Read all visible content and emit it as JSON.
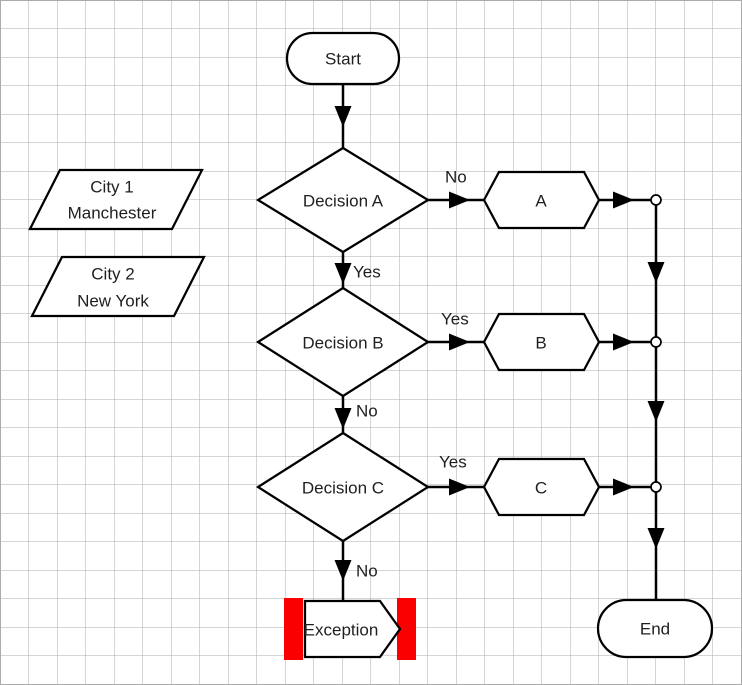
{
  "colors": {
    "stroke": "#000000",
    "shape_fill": "#ffffff",
    "grid": "#ababab",
    "text": "#1f1f1f",
    "edge_label": "#8f8f8f",
    "accent_red": "#fb0000"
  },
  "nodes": {
    "start": {
      "type": "terminator",
      "label": "Start"
    },
    "decision_a": {
      "type": "decision",
      "label": "Decision A"
    },
    "decision_b": {
      "type": "decision",
      "label": "Decision B"
    },
    "decision_c": {
      "type": "decision",
      "label": "Decision C"
    },
    "process_a": {
      "type": "hexagon",
      "label": "A"
    },
    "process_b": {
      "type": "hexagon",
      "label": "B"
    },
    "process_c": {
      "type": "hexagon",
      "label": "C"
    },
    "city_1": {
      "type": "data",
      "label": "City 1",
      "sublabel": "Manchester"
    },
    "city_2": {
      "type": "data",
      "label": "City 2",
      "sublabel": "New York"
    },
    "exception": {
      "type": "exception",
      "label": "Exception"
    },
    "end": {
      "type": "terminator",
      "label": "End"
    }
  },
  "edge_labels": {
    "decision_a_no": "No",
    "decision_a_yes": "Yes",
    "decision_b_yes": "Yes",
    "decision_b_no": "No",
    "decision_c_yes": "Yes",
    "decision_c_no": "No"
  }
}
